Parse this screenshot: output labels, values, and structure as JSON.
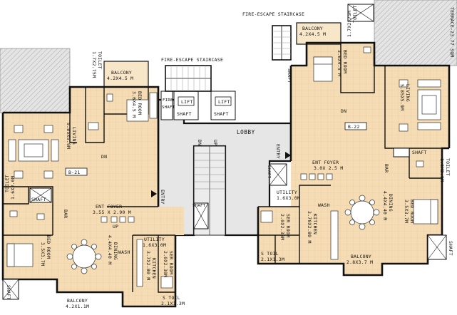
{
  "colors": {
    "room_fill": "#f5dcb4",
    "room_fill_light": "#f8e6c8",
    "corridor": "#e6e6e6",
    "terrace": "#dcdcdc",
    "wall": "#111111",
    "marker": "#111111"
  },
  "common": {
    "lobby": "LOBBY",
    "up": "UP",
    "dn": "DN",
    "lift_shaft": "LIFT SHAFT",
    "lift_shaft_1": "LIFT",
    "lift_shaft_2": "SHAFT",
    "fire_shaft_1": "FIRE",
    "fire_shaft_2": "SHAFT",
    "shaft": "SHAFT",
    "entry": "ENTRY"
  },
  "units": {
    "b21": {
      "tag": "B-21",
      "fire_escape": "FIRE-ESCAPE STAIRCASE",
      "balcony_top": {
        "name": "BALCONY",
        "size": "4.2X4.5 M"
      },
      "toilet_top": {
        "name": "TOILET",
        "size": "1.7X2.75M"
      },
      "bed_room_top": {
        "name": "BED ROOM",
        "size": "3.6X4.5 M"
      },
      "living": {
        "name": "LIVING",
        "size": "5.85X5.9M"
      },
      "toilet_left": {
        "name": "TOILET",
        "size": "1.6X2.0M"
      },
      "shaft": "SHAFT",
      "ent_foyer": {
        "name": "ENT FOYER",
        "size": "3.55 X 2.90 M"
      },
      "bar": "BAR",
      "bed_room_left": {
        "name": "BED ROOM",
        "size": "3.5X3.7M"
      },
      "dining": {
        "name": "DINING",
        "size": "4.4X4.40 M"
      },
      "wash": "WASH",
      "utility": {
        "name": "UTILITY",
        "size": "1.6X3.0M"
      },
      "kitchen": {
        "name": "KITCHEN",
        "size": "3.7X2.80 M"
      },
      "ser_room": {
        "name": "SER ROOM",
        "size": "2.0X2.30M"
      },
      "s_toil": {
        "name": "S TOIL",
        "size": "2.1X1.3M"
      },
      "balcony_bottom": {
        "name": "BALCONY",
        "size": "4.2X1.1M"
      }
    },
    "b22": {
      "tag": "B-22",
      "fire_escape": "FIRE-ESCAPE STAIRCASE",
      "balcony_top": {
        "name": "BALCONY",
        "size": "4.2X4.5 M"
      },
      "toilet_top": {
        "name": "TOILET",
        "size": "1.7X2.75M"
      },
      "terrace": "TERRACE-23.77 SQM",
      "bed_room_top": {
        "name": "BED ROOM",
        "size": "3.6X4.5 M"
      },
      "living": {
        "name": "LIVING",
        "size": "5.85X5.9M"
      },
      "shaft": "SHAFT",
      "toilet_right": {
        "name": "TOILET",
        "size": "1.6X2.0M"
      },
      "ent_foyer": {
        "name": "ENT FOYER",
        "size": "3.0X 2.5 M"
      },
      "bar": "BAR",
      "utility": {
        "name": "UTILITY",
        "size": "1.6X3.0M"
      },
      "wash": "WASH",
      "kitchen": {
        "name": "KITCHEN",
        "size": "3.70X2.80 M"
      },
      "ser_room": {
        "name": "SER ROOM",
        "size": "2.0X2.30M"
      },
      "s_toil": {
        "name": "S TOIL",
        "size": "2.1X1.3M"
      },
      "dining": {
        "name": "DINING",
        "size": "4.4X4.40 M"
      },
      "bed_room_right": {
        "name": "BED ROOM",
        "size": "3.5X3.7M"
      },
      "balcony_bottom": {
        "name": "BALCONY",
        "size": "2.8X3.7 M"
      }
    }
  }
}
